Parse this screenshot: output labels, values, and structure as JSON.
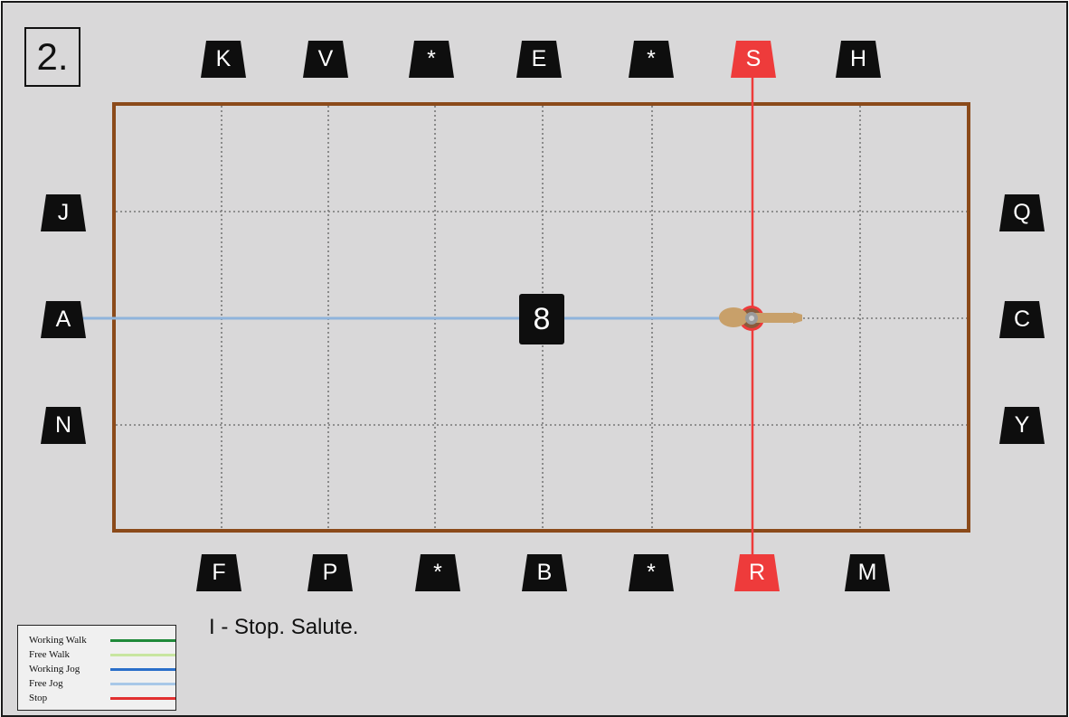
{
  "diagram": {
    "step_number": "2.",
    "instruction": "I - Stop. Salute.",
    "center_marker": "8",
    "horse_icon": "horse-icon",
    "markers": {
      "top": [
        "K",
        "V",
        "*",
        "E",
        "*",
        "S",
        "H"
      ],
      "bottom": [
        "F",
        "P",
        "*",
        "B",
        "*",
        "R",
        "M"
      ],
      "left": [
        "J",
        "A",
        "N"
      ],
      "right": [
        "Q",
        "C",
        "Y"
      ]
    },
    "highlighted_markers": [
      "S",
      "R"
    ],
    "legend": [
      {
        "label": "Working Walk",
        "color": "#1f8a3a"
      },
      {
        "label": "Free Walk",
        "color": "#c8e6a0"
      },
      {
        "label": "Working Jog",
        "color": "#2a6fc9"
      },
      {
        "label": "Free Jog",
        "color": "#a8c8e8"
      },
      {
        "label": "Stop",
        "color": "#e23030"
      }
    ],
    "colors": {
      "arena_border": "#8b4a1a",
      "marker": "#0e0e0e",
      "marker_highlight": "#ee3b3b",
      "path_jog": "#8fb4dc",
      "path_stop": "#ee3b3b",
      "horse": "#c8a06a"
    }
  }
}
